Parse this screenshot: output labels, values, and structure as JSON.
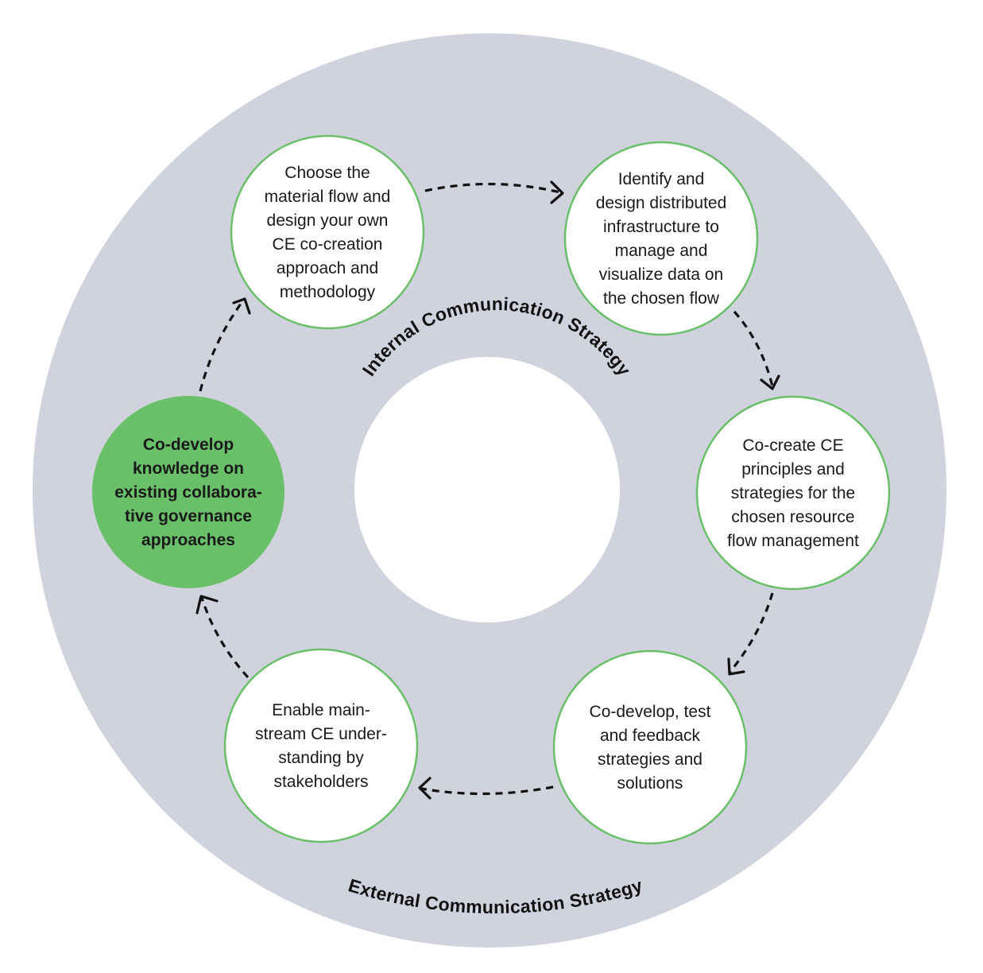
{
  "colors": {
    "ring": "#d0d3dd",
    "center": "#ffffff",
    "node_fill": "#ffffff",
    "node_stroke": "#6abf69",
    "highlight_fill": "#6abf69",
    "highlight_text": "#ffffff",
    "text": "#1a1a1a"
  },
  "labels": {
    "inner": "Internal Communication Strategy",
    "outer": "External Communication Strategy"
  },
  "nodes": [
    {
      "id": "choose-material-flow",
      "highlight": false,
      "lines": [
        "Choose the",
        "material flow and",
        "design your own",
        "CE co-creation",
        "approach and",
        "methodology"
      ]
    },
    {
      "id": "identify-infrastructure",
      "highlight": false,
      "lines": [
        "Identify and",
        "design distributed",
        "infrastructure to",
        "manage and",
        "visualize data on",
        "the chosen flow"
      ]
    },
    {
      "id": "co-create-principles",
      "highlight": false,
      "lines": [
        "Co-create CE",
        "principles and",
        "strategies for the",
        "chosen resource",
        "flow management"
      ]
    },
    {
      "id": "co-develop-test",
      "highlight": false,
      "lines": [
        "Co-develop, test",
        "and feedback",
        "strategies and",
        "solutions"
      ]
    },
    {
      "id": "enable-mainstream",
      "highlight": false,
      "lines": [
        "Enable main-",
        "stream CE under-",
        "standing by",
        "stakeholders"
      ]
    },
    {
      "id": "co-develop-knowledge",
      "highlight": true,
      "lines": [
        "Co-develop",
        "knowledge on",
        "existing collabora-",
        "tive governance",
        "approaches"
      ]
    }
  ]
}
